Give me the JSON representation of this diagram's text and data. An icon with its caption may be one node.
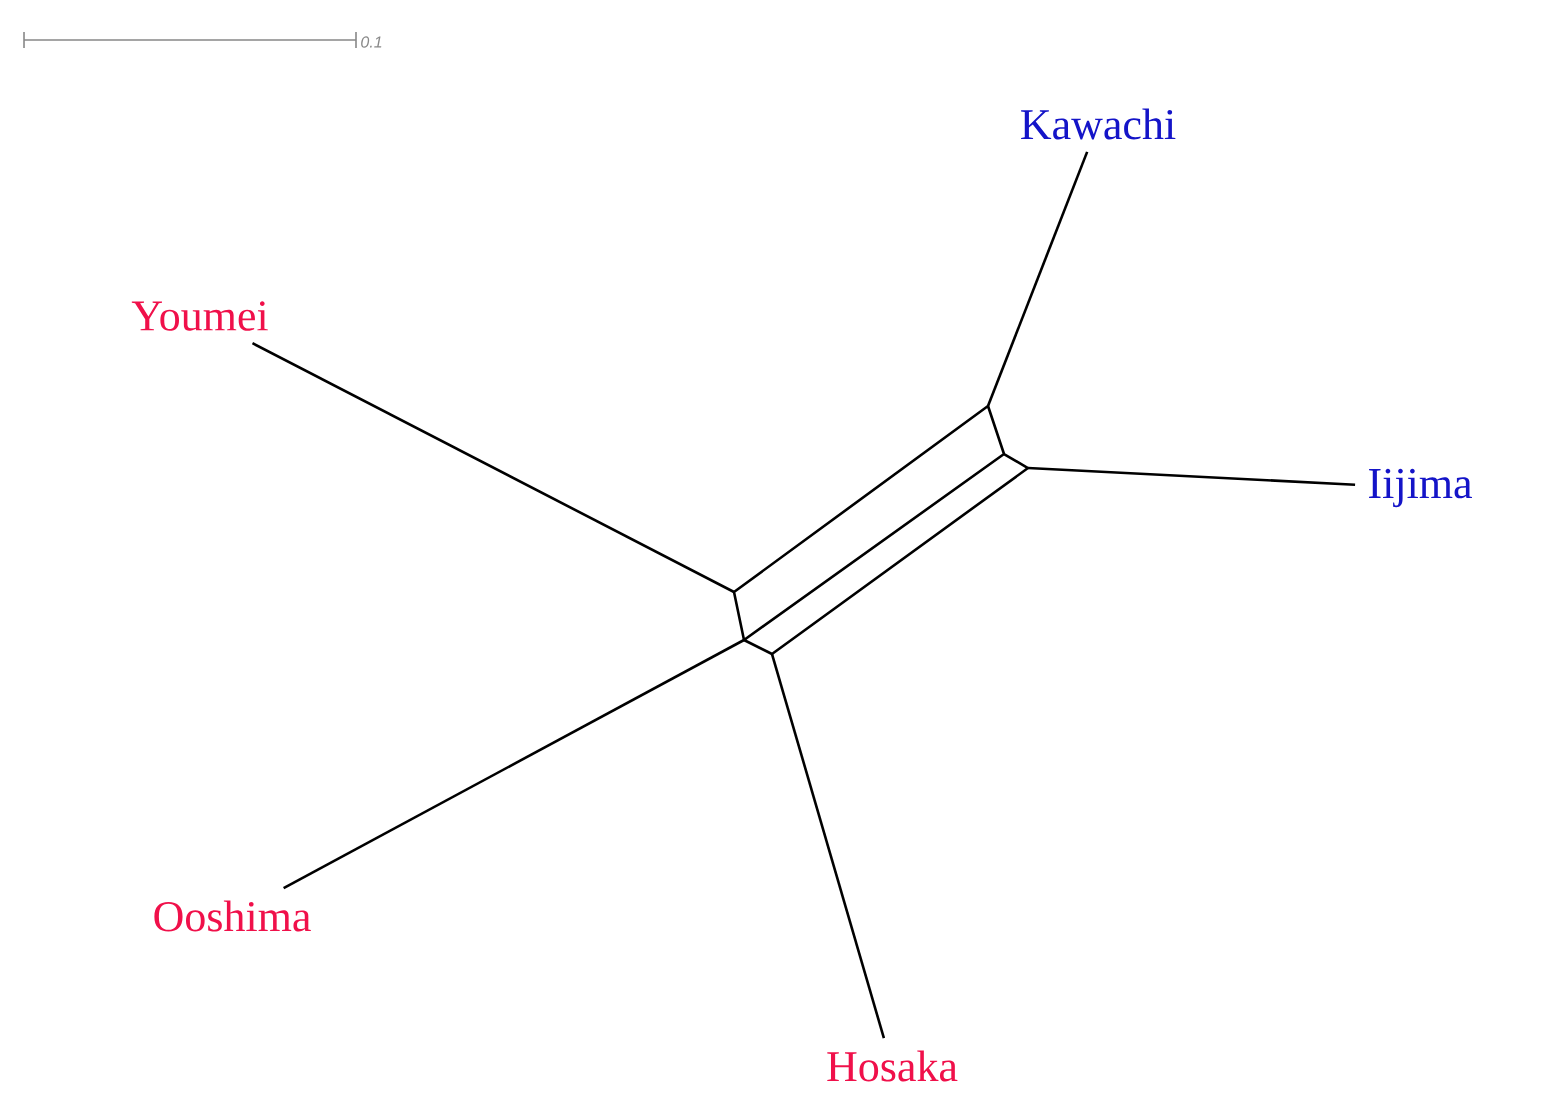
{
  "diagram": {
    "nodes": [
      {
        "text": [
          "Kawachi"
        ]
      },
      {
        "text": [
          "Youmei"
        ]
      },
      {
        "text": [
          "Iijima"
        ]
      },
      {
        "text": [
          "Ooshima"
        ]
      },
      {
        "text": [
          "Hosaka"
        ]
      },
      {
        "text": [],
        "shape": "network"
      }
    ],
    "edges": [
      {
        "from": 5,
        "to": 0,
        "arrow": "none"
      },
      {
        "from": 5,
        "to": 1,
        "arrow": "none"
      },
      {
        "from": 5,
        "to": 2,
        "arrow": "none"
      },
      {
        "from": 5,
        "to": 3,
        "arrow": "none"
      },
      {
        "from": 5,
        "to": 4,
        "arrow": "none"
      }
    ],
    "labels": [
      "0.1"
    ]
  }
}
